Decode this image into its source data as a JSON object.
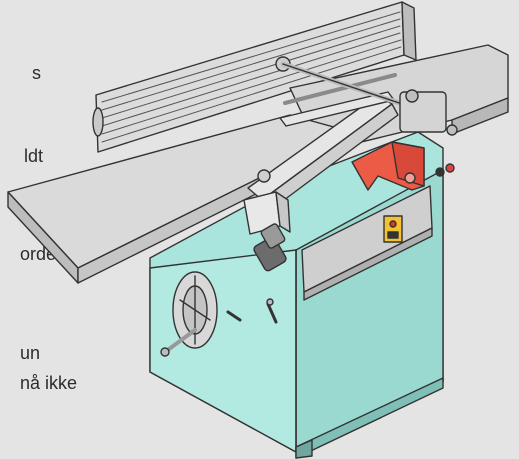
{
  "text_fragments": [
    "s",
    "ldt",
    "ordet,",
    "un",
    "nå ikke"
  ],
  "colors": {
    "background": "#e4e4e4",
    "table_steel": "#d3d3d3",
    "machine_body": "#a9e5dd",
    "blade_guard": "#ec5b45",
    "outline": "#333333"
  }
}
